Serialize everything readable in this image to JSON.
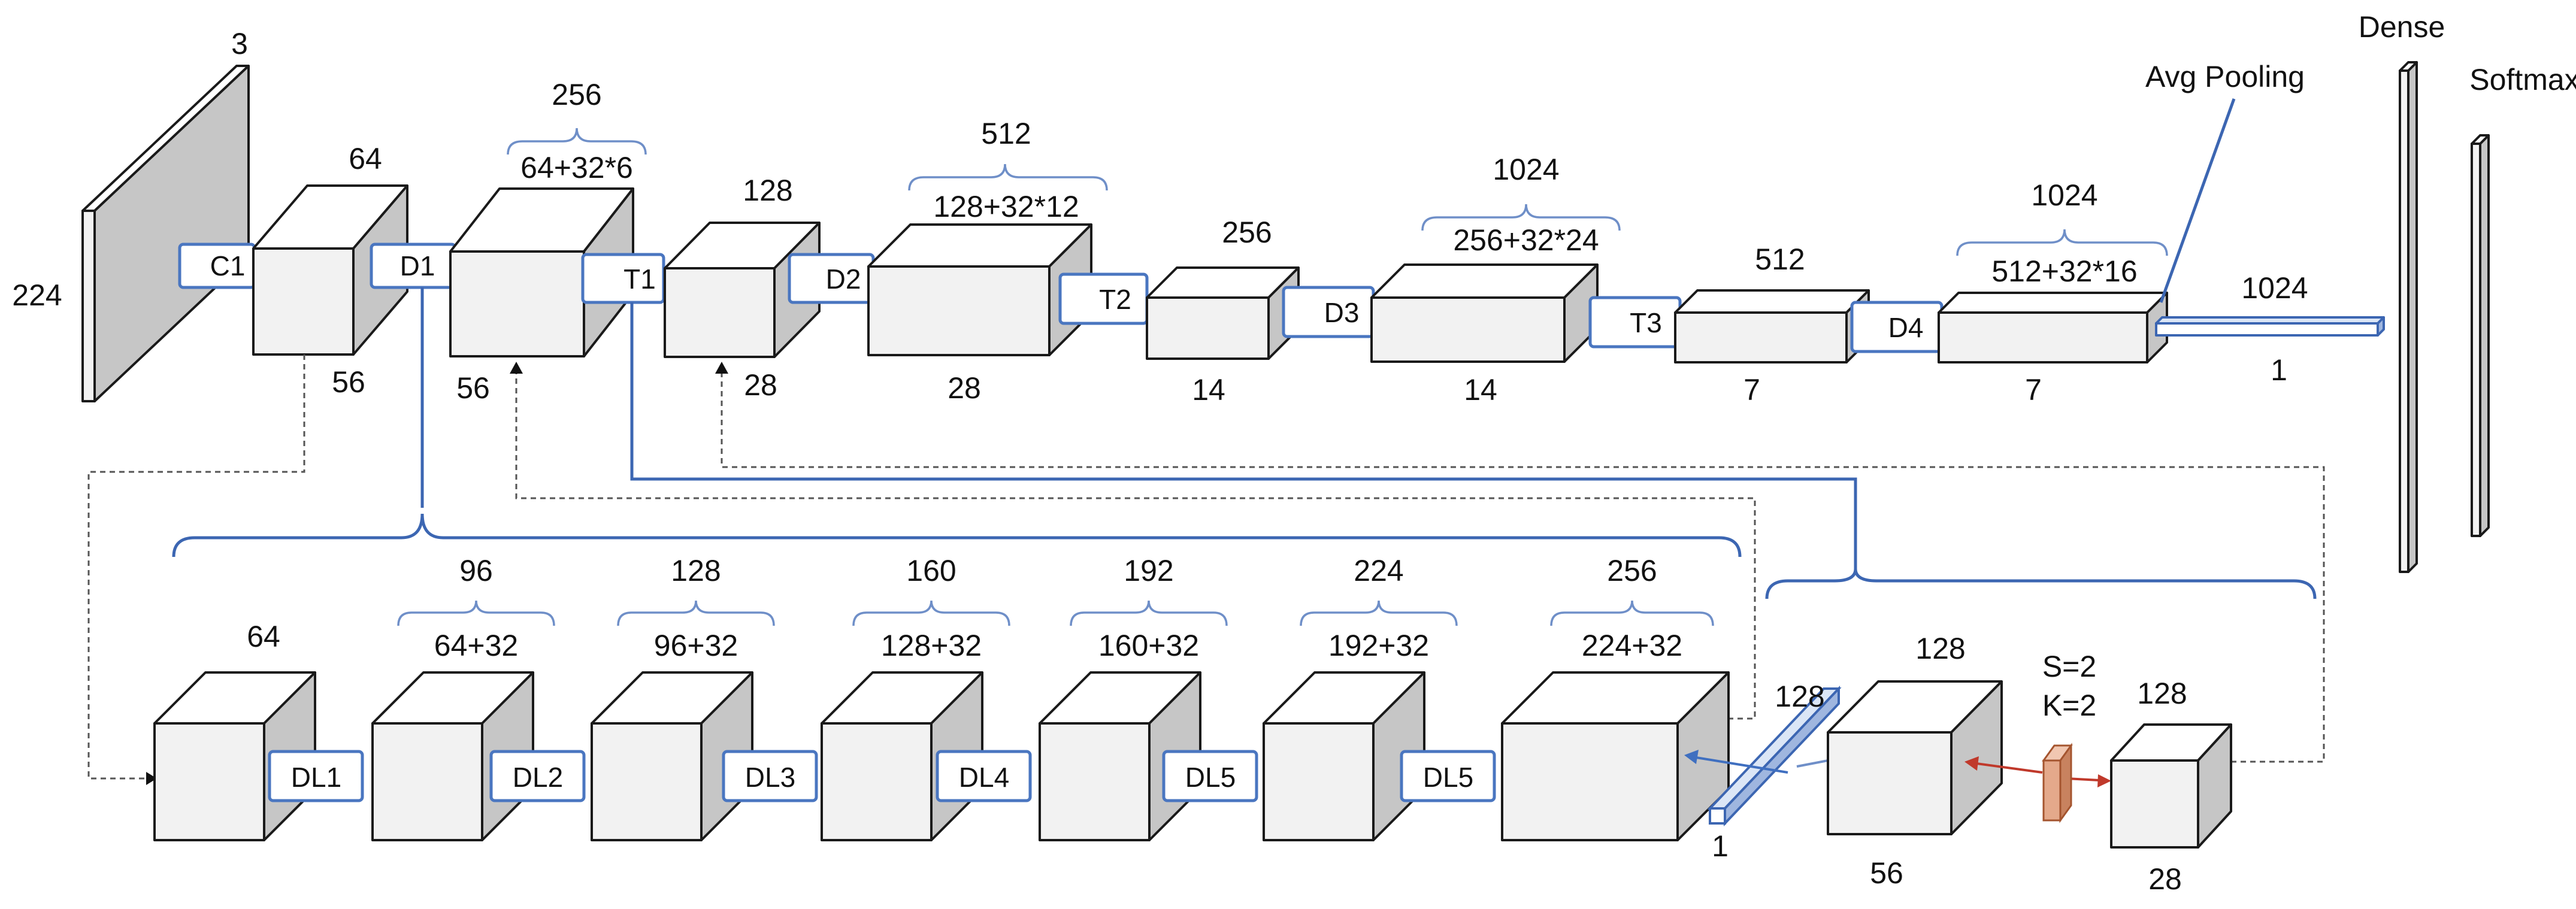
{
  "input": {
    "channels": "3",
    "size": "224"
  },
  "conv1": {
    "label": "C1",
    "channels": "64",
    "size": "56"
  },
  "dense_block1": {
    "label": "D1",
    "total": "256",
    "formula": "64+32*6",
    "size": "56",
    "transition": "T1",
    "t_channels": "128",
    "t_size": "28"
  },
  "dense_block2": {
    "label": "D2",
    "total": "512",
    "formula": "128+32*12",
    "size": "28",
    "transition": "T2",
    "t_channels": "256",
    "t_size": "14"
  },
  "dense_block3": {
    "label": "D3",
    "total": "1024",
    "formula": "256+32*24",
    "size": "14",
    "transition": "T3",
    "t_channels": "512",
    "t_size": "7"
  },
  "dense_block4": {
    "label": "D4",
    "total": "1024",
    "formula": "512+32*16",
    "size": "7"
  },
  "pooling": {
    "label": "Avg Pooling",
    "channels": "1024",
    "size": "1"
  },
  "head": {
    "dense": "Dense",
    "softmax": "Softmax"
  },
  "dense_layers": [
    {
      "label": "DL1",
      "total": "96",
      "formula": "64+32"
    },
    {
      "label": "DL2",
      "total": "128",
      "formula": "96+32"
    },
    {
      "label": "DL3",
      "total": "160",
      "formula": "128+32"
    },
    {
      "label": "DL4",
      "total": "192",
      "formula": "160+32"
    },
    {
      "label": "DL5",
      "total": "224",
      "formula": "192+32"
    },
    {
      "label": "DL5",
      "total": "256",
      "formula": "224+32"
    }
  ],
  "first_layer_channels": "64",
  "transition_detail": {
    "conv_channels": "128",
    "conv_size": "1",
    "mid_channels": "128",
    "mid_size": "56",
    "pool_params": [
      "S=2",
      "K=2"
    ],
    "out_channels": "128",
    "out_size": "28"
  },
  "colors": {
    "connector": "#4a76c0",
    "brace": "#6f8fc8",
    "arrow_blue": "#3f6fc0",
    "arrow_red": "#c0392b",
    "pool_filter": "#e4a98b"
  }
}
